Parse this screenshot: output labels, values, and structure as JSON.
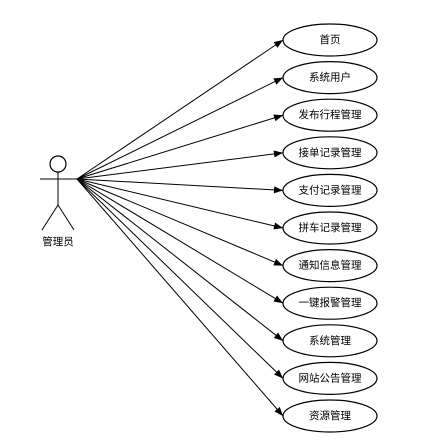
{
  "actor": {
    "label": "管理员"
  },
  "use_cases": [
    {
      "label": "首页"
    },
    {
      "label": "系统用户"
    },
    {
      "label": "发布行程管理"
    },
    {
      "label": "接单记录管理"
    },
    {
      "label": "支付记录管理"
    },
    {
      "label": "拼车记录管理"
    },
    {
      "label": "通知信息管理"
    },
    {
      "label": "一键报警管理"
    },
    {
      "label": "系统管理"
    },
    {
      "label": "网站公告管理"
    },
    {
      "label": "资源管理"
    }
  ],
  "colors": {
    "line": "#000000",
    "background": "#ffffff"
  }
}
